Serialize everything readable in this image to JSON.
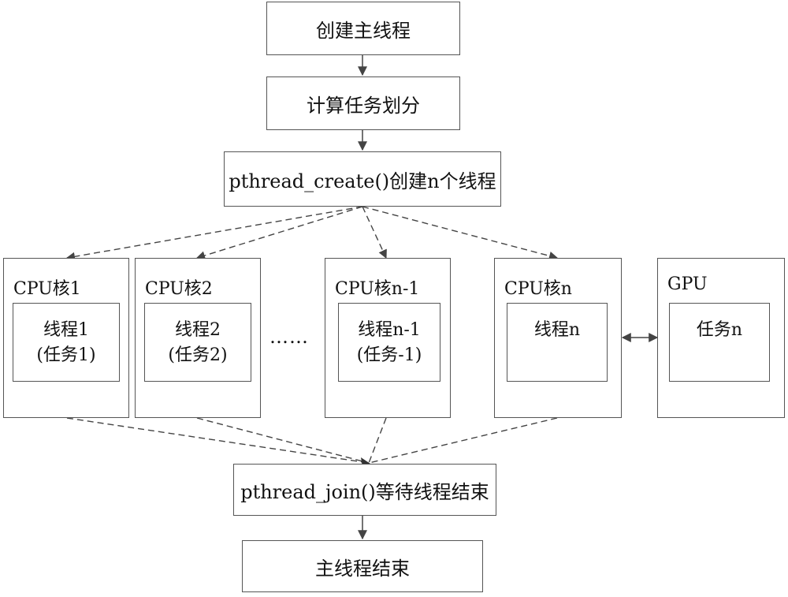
{
  "flow": {
    "create_main": "创建主线程",
    "divide_tasks": "计算任务划分",
    "create_threads": "pthread_create()创建n个线程",
    "join_threads": "pthread_join()等待线程结束",
    "main_end": "主线程结束"
  },
  "cores": [
    {
      "label": "CPU核1",
      "line1": "线程1",
      "line2": "(任务1)"
    },
    {
      "label": "CPU核2",
      "line1": "线程2",
      "line2": "(任务2)"
    },
    {
      "label": "CPU核n-1",
      "line1": "线程n-1",
      "line2": "(任务-1)"
    },
    {
      "label": "CPU核n",
      "line1": "线程n",
      "line2": ""
    }
  ],
  "gpu": {
    "label": "GPU",
    "line1": "任务n"
  },
  "ellipsis": "……",
  "colors": {
    "stroke": "#555555",
    "text": "#111111",
    "background": "#ffffff"
  }
}
